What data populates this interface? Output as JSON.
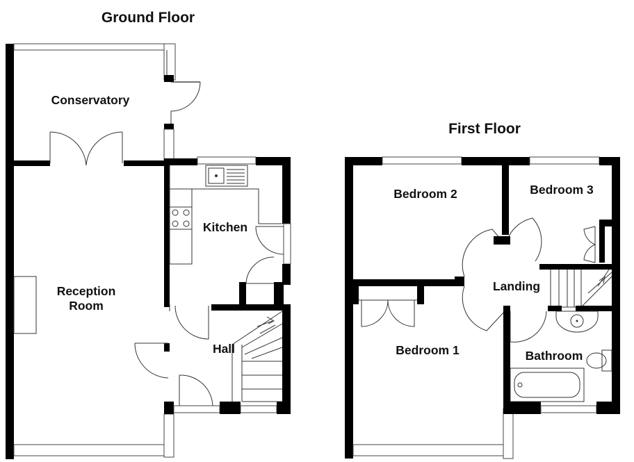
{
  "ground_floor": {
    "title": "Ground Floor",
    "rooms": {
      "conservatory": "Conservatory",
      "reception_line1": "Reception",
      "reception_line2": "Room",
      "kitchen": "Kitchen",
      "hall": "Hall"
    }
  },
  "first_floor": {
    "title": "First Floor",
    "rooms": {
      "bedroom1": "Bedroom 1",
      "bedroom2": "Bedroom 2",
      "bedroom3": "Bedroom 3",
      "landing": "Landing",
      "bathroom": "Bathroom"
    }
  }
}
